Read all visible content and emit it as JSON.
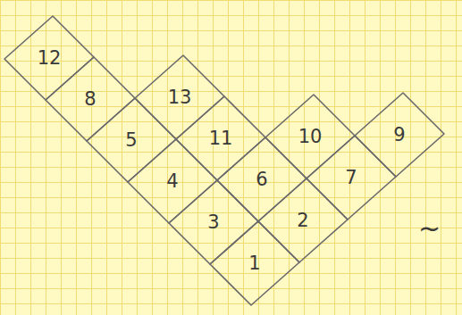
{
  "diagram": {
    "nodes": [
      {
        "text": [
          "12"
        ]
      },
      {
        "text": [
          "8"
        ]
      },
      {
        "text": [
          "13"
        ]
      },
      {
        "text": [
          "5"
        ]
      },
      {
        "text": [
          "11"
        ]
      },
      {
        "text": [
          "10"
        ]
      },
      {
        "text": [
          "4"
        ]
      },
      {
        "text": [
          "9"
        ]
      },
      {
        "text": [
          "6"
        ]
      },
      {
        "text": [
          "7"
        ]
      },
      {
        "text": [
          "3"
        ]
      },
      {
        "text": [
          "2"
        ]
      },
      {
        "text": [
          "1"
        ]
      }
    ],
    "labels": [
      "~"
    ]
  }
}
